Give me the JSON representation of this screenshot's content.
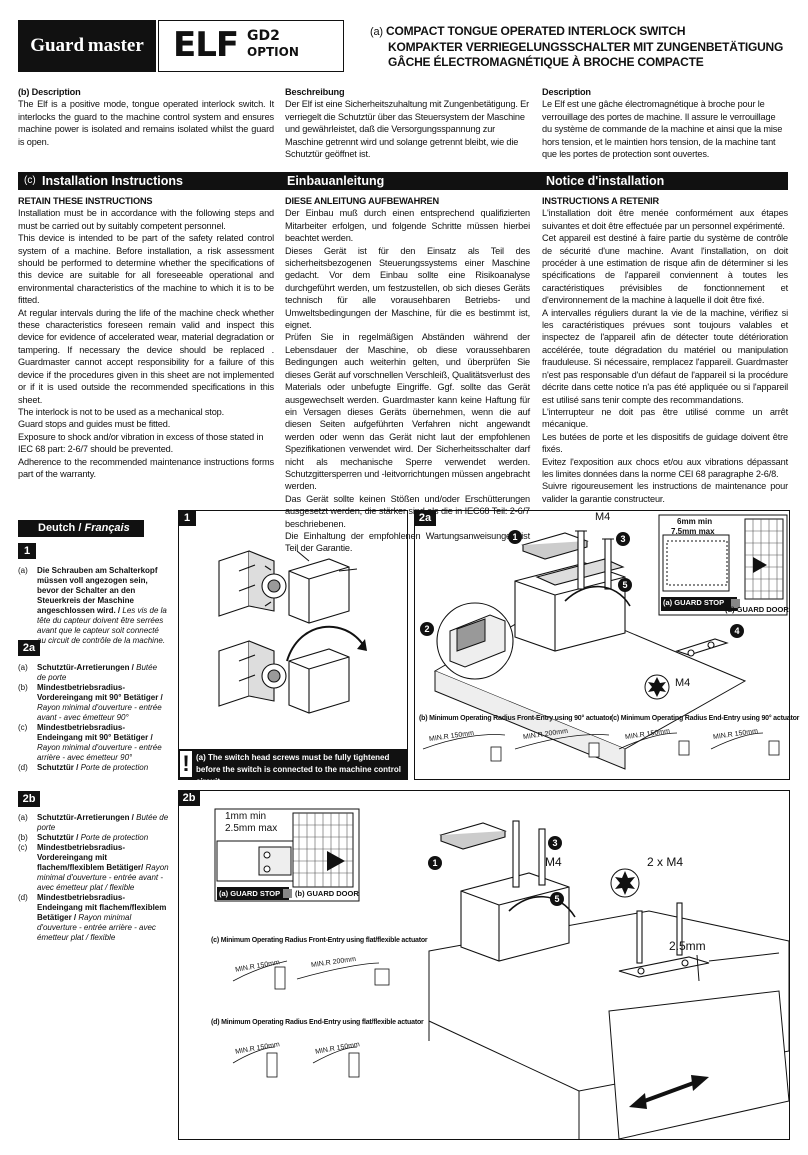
{
  "header": {
    "logo_text": "Guard master",
    "product_name": "ELF",
    "product_code": "GD2",
    "product_option": "OPTION",
    "title_marker": "(a)",
    "title_lines": [
      "COMPACT TONGUE OPERATED INTERLOCK SWITCH",
      "KOMPAKTER VERRIEGELUNGSSCHALTER MIT ZUNGENBETÄTIGUNG",
      "GÂCHE ÉLECTROMAGNÉTIQUE À BROCHE COMPACTE"
    ]
  },
  "description": {
    "en_heading": "(b) Description",
    "en_text": "The Elf is a positive mode, tongue operated interlock switch. It interlocks the guard to the machine control system and ensures machine power is isolated and remains isolated whilst the guard is open.",
    "de_heading": "Beschreibung",
    "de_text": "Der Elf ist eine Sicherheitszuhaltung mit Zungenbetätigung. Er verriegelt die Schutztür über das Steuersystem der Maschine und gewährleistet, daß die Versorgungsspannung zur Maschine getrennt wird und solange getrennt bleibt, wie die Schutztür geöffnet ist.",
    "fr_heading": "Description",
    "fr_text": "Le Elf est une gâche électromagnétique à broche pour le verrouillage des portes de machine. Il assure le verrouillage du système de commande de la machine et ainsi que la mise hors tension, et le maintien hors tension, de la machine tant que les portes de protection sont ouvertes."
  },
  "installation": {
    "en_bar_marker": "(c)",
    "en_bar": "Installation Instructions",
    "de_bar": "Einbauanleitung",
    "fr_bar": "Notice d'installation",
    "en_heading": "RETAIN THESE INSTRUCTIONS",
    "en_paragraphs": [
      "Installation must be in accordance with the following steps and must be carried out by suitably competent personnel.",
      "This device is intended to be part of the safety related control system of a machine. Before installation, a risk assessment should be performed to determine whether the specifications of this device are suitable for all foreseeable operational and environmental characteristics of the machine to which it is to be fitted.",
      "At regular intervals during the life of the machine check whether these characteristics foreseen remain valid and inspect this device for evidence of accelerated wear, material degradation or tampering. If necessary the device should be replaced . Guardmaster cannot accept responsibility for a failure of this device if the procedures given in this sheet are not implemented or if it is used outside the recommended specifications in this sheet.",
      "The interlock is not to be used as a mechanical stop.",
      "Guard stops and guides must be fitted.",
      "Exposure to shock and/or vibration in excess of those stated in",
      "IEC 68 part: 2-6/7 should be prevented.",
      "Adherence to the recommended maintenance instructions forms part of the warranty."
    ],
    "de_heading": "DIESE ANLEITUNG AUFBEWAHREN",
    "de_paragraphs": [
      "Der Einbau muß durch einen entsprechend qualifizierten Mitarbeiter erfolgen, und folgende Schritte müssen hierbei beachtet werden.",
      "Dieses Gerät ist für den Einsatz als Teil des sicherheitsbezogenen Steuerungssystems einer Maschine gedacht. Vor dem Einbau sollte eine Risikoanalyse durchgeführt werden, um festzustellen, ob sich dieses Geräts technisch für alle vorausehbaren Betriebs- und Umweltsbedingungen der Maschine, für die es bestimmt ist, eignet.",
      "Prüfen Sie in regelmäßigen Abständen während der Lebensdauer der Maschine, ob diese voraussehbaren Bedingungen auch weiterhin gelten, und überprüfen Sie dieses Gerät auf vorschnellen Verschleiß, Qualitätsverlust des Materials oder unbefugte Eingriffe. Ggf. sollte das Gerät ausgewechselt werden. Guardmaster kann keine Haftung für ein Versagen dieses Geräts übernehmen, wenn die auf diesen Seiten aufgeführten Verfahren nicht angewandt werden oder wenn das Gerät nicht laut der empfohlenen Spezifikationen verwendet wird. Der Sicherheitsschalter darf nicht als mechanische Sperre verwendet werden. Schutzgittersperren und -leitvorrichtungen müssen angebracht werden.",
      "Das Gerät sollte keinen Stößen und/oder Erschütterungen ausgesetzt werden, die stärker sind als die in IEC68 Teil: 2-6/7 beschriebenen.",
      "Die Einhaltung der empfohlenen Wartungsanweisungen ist Teil der Garantie."
    ],
    "fr_heading": "INSTRUCTIONS A RETENIR",
    "fr_paragraphs": [
      "L'installation doit être menée conformément aux étapes suivantes et doit être effectuée par un personnel expérimenté.",
      "Cet appareil est destiné à faire partie du système de contrôle de sécurité d'une machine. Avant l'installation, on doit procéder à une estimation de risque afin de déterminer si les spécifications de l'appareil conviennent à toutes les caractéristiques prévisibles de fonctionnement et d'environnement de la machine à laquelle il doit être fixé.",
      "A intervalles réguliers durant la vie de la machine, vérifiez si les caractéristiques prévues sont toujours valables et inspectez de l'appareil afin de détecter toute détérioration accélérée, toute dégradation du matériel ou manipulation frauduleuse. Si nécessaire, remplacez l'appareil. Guardmaster n'est pas responsable d'un défaut de l'appareil si la procédure décrite dans cette notice n'a pas été appliquée ou si l'appareil est utilisé sans tenir compte des recommandations.",
      "L'interrupteur ne doit pas être utilisé comme un arrêt mécanique.",
      "Les butées de porte et les dispositifs de guidage doivent être fixés.",
      "Evitez l'exposition aux chocs et/ou aux vibrations dépassant les limites données dans la norme CEI 68 paragraphe 2-6/8.",
      "Suivre rigoureusement les instructions de maintenance pour valider la garantie constructeur."
    ]
  },
  "legend": {
    "bar_de": "Deutch /",
    "bar_fr": "Français",
    "s1_tag": "1",
    "s1_marker": "(a)",
    "s1_de": "Die Schrauben am Schalterkopf müssen voll angezogen sein, bevor der Schalter an den Steuerkreis der Maschine angeschlossen wird. /",
    "s1_fr": "Les vis de la tête du capteur doivent être serrées avant que le capteur soit connecté au circuit de contrôle de la machine.",
    "s2a_tag": "2a",
    "s2a_items": [
      {
        "marker": "(a)",
        "de": "Schutztür-Arretierungen /",
        "fr": "Butée de porte"
      },
      {
        "marker": "(b)",
        "de": "Mindestbetriebsradius-Vordereingang mit 90° Betätiger /",
        "fr": "Rayon minimal d'ouverture - entrée avant - avec émetteur 90°"
      },
      {
        "marker": "(c)",
        "de": "Mindestbetriebsradius-Endeingang mit 90° Betätiger /",
        "fr": "Rayon minimal d'ouverture - entrée arrière - avec émetteur 90°"
      },
      {
        "marker": "(d)",
        "de": "Schutztür /",
        "fr": "Porte de protection"
      }
    ],
    "s2b_tag": "2b",
    "s2b_items": [
      {
        "marker": "(a)",
        "de": "Schutztür-Arretierungen /",
        "fr": "Butée de porte"
      },
      {
        "marker": "(b)",
        "de": "Schutztür /",
        "fr": "Porte de protection"
      },
      {
        "marker": "(c)",
        "de": "Mindestbetriebsradius-Vordereingang mit flachem/flexiblem Betätiger/",
        "fr": "Rayon minimal d'ouverture - entrée avant - avec émetteur plat / flexible"
      },
      {
        "marker": "(d)",
        "de": "Mindestbetriebsradius-Endeingang mit flachem/flexiblem Betätiger /",
        "fr": "Rayon minimal d'ouverture - entrée arrière - avec émetteur plat / flexible"
      }
    ]
  },
  "figures": {
    "fig1_tag": "1",
    "fig1_warning": "(a) The switch head screws must be fully tightened before the switch is connected to the machine control circuit.",
    "fig1_bang": "!",
    "fig2a_tag": "2a",
    "fig2a_m4_top": "M4",
    "fig2a_m4_bottom": "M4",
    "fig2a_dim_min": "6mm min",
    "fig2a_dim_max": "7.5mm max",
    "fig2a_guard_stop": "(a) GUARD STOP",
    "fig2a_guard_door": "(d) GUARD DOOR",
    "fig2a_cap_b": "(b) Minimum Operating Radius Front-Entry using 90° actuator",
    "fig2a_cap_c": "(c) Minimum Operating Radius End-Entry using 90° actuator",
    "fig2a_r1": "MIN.R 150mm",
    "fig2a_r2": "MIN.R 200mm",
    "fig2a_r3": "MIN.R 150mm",
    "fig2a_r4": "MIN.R 150mm",
    "fig2b_tag": "2b",
    "fig2b_dim_min": "1mm min",
    "fig2b_dim_max": "2.5mm max",
    "fig2b_guard_stop": "(a) GUARD STOP",
    "fig2b_guard_door": "(b) GUARD DOOR",
    "fig2b_m4": "M4",
    "fig2b_2xm4": "2 x M4",
    "fig2b_gap": "2.5mm",
    "fig2b_cap_c": "(c) Minimum Operating Radius Front-Entry using flat/flexible actuator",
    "fig2b_cap_d": "(d) Minimum Operating Radius End-Entry using flat/flexible actuator",
    "fig2b_r1": "MIN.R 150mm",
    "fig2b_r2": "MIN.R 200mm",
    "fig2b_r3": "MIN.R 150mm",
    "fig2b_r4": "MIN.R 150mm",
    "callouts": [
      "1",
      "2",
      "3",
      "4",
      "5"
    ]
  }
}
